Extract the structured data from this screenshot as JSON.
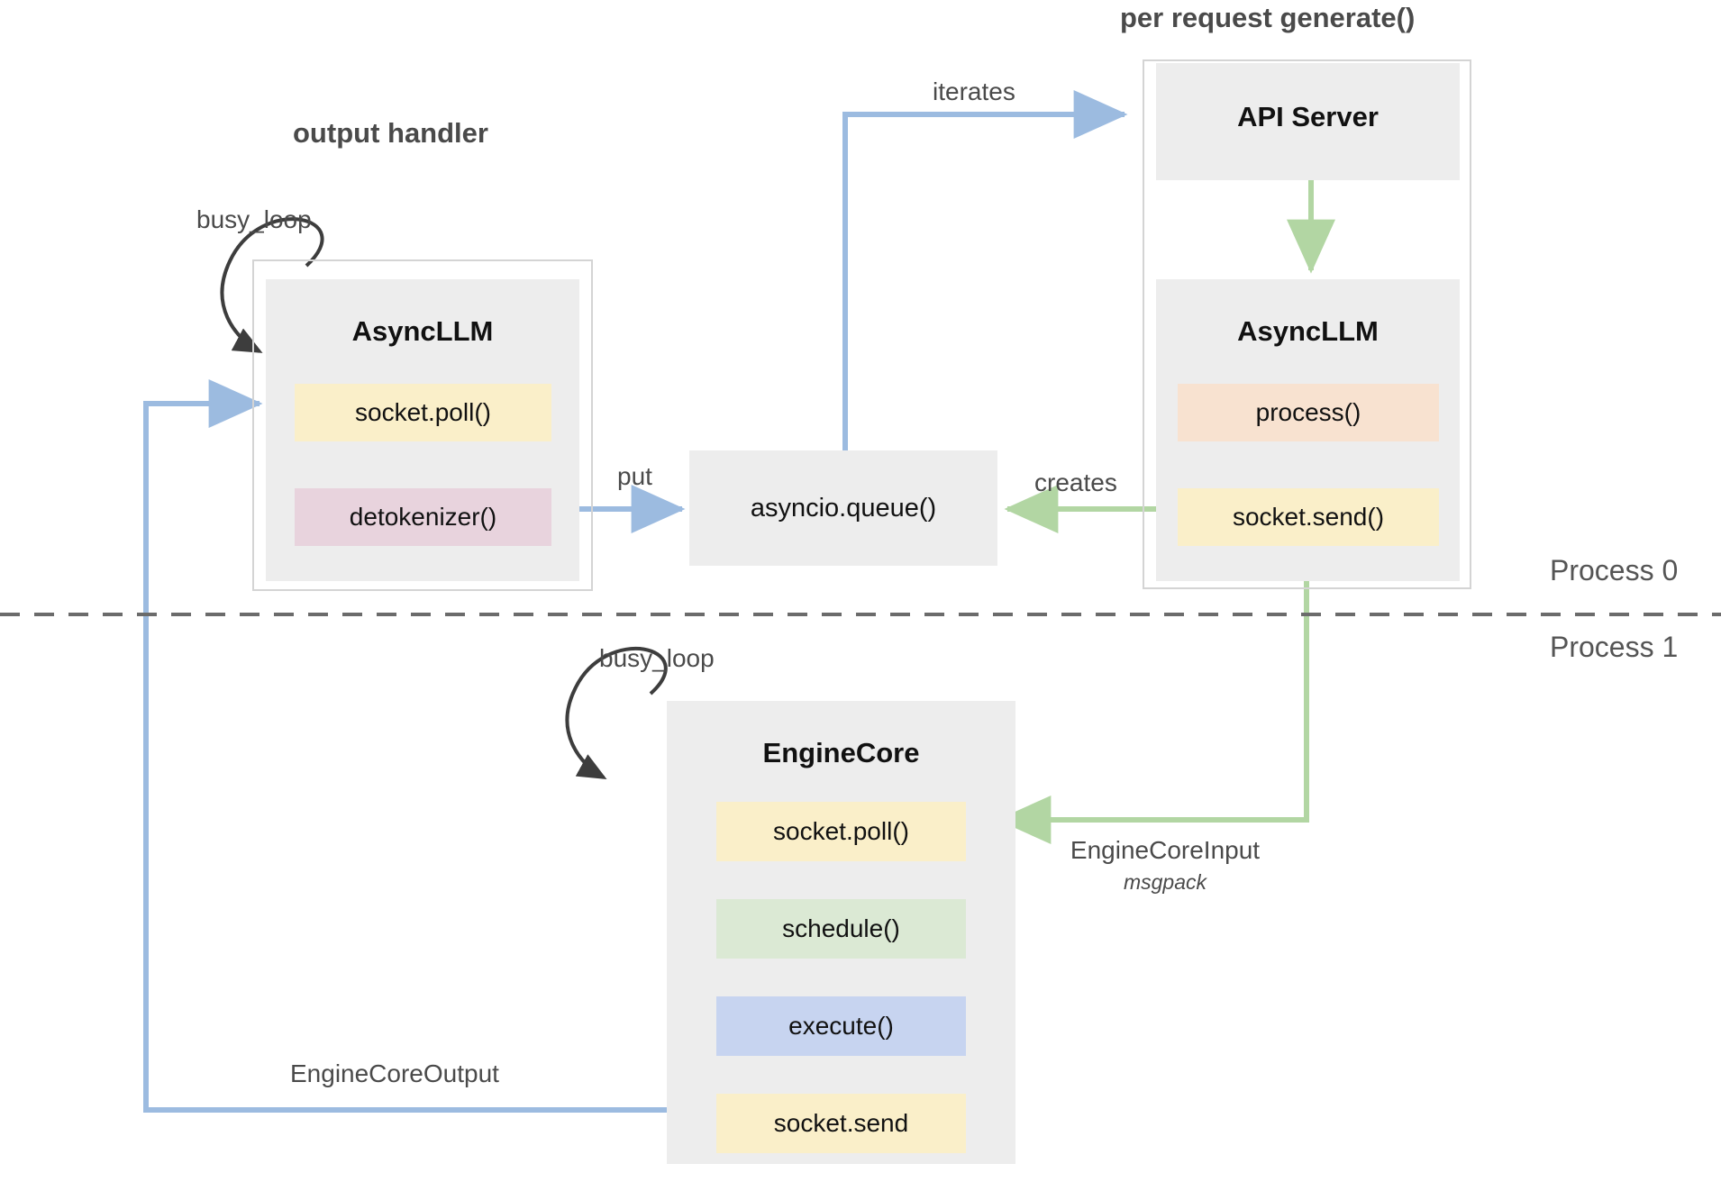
{
  "diagram": {
    "title_output_handler": "output handler",
    "title_per_request": "per request generate()",
    "process_top": "Process 0",
    "process_bottom": "Process 1"
  },
  "groups": {
    "output_handler": {
      "label": "output handler",
      "component": {
        "name": "AsyncLLM",
        "chips": [
          {
            "label": "socket.poll()",
            "color": "#faefc9"
          },
          {
            "label": "detokenizer()",
            "color": "#e8d3dd"
          }
        ]
      },
      "loop_label": "busy_loop"
    },
    "per_request": {
      "label": "per request generate()",
      "api_server": {
        "name": "API Server"
      },
      "component": {
        "name": "AsyncLLM",
        "chips": [
          {
            "label": "process()",
            "color": "#f8e2d0"
          },
          {
            "label": "socket.send()",
            "color": "#faefc9"
          }
        ]
      }
    },
    "engine_core": {
      "component": {
        "name": "EngineCore",
        "chips": [
          {
            "label": "socket.poll()",
            "color": "#faefc9"
          },
          {
            "label": "schedule()",
            "color": "#dbe9d4"
          },
          {
            "label": "execute()",
            "color": "#c7d4f0"
          },
          {
            "label": "socket.send",
            "color": "#faefc9"
          }
        ]
      },
      "loop_label": "busy_loop"
    }
  },
  "queue": {
    "label": "asyncio.queue()"
  },
  "edges": {
    "iterates": "iterates",
    "put": "put",
    "creates": "creates",
    "engine_core_input": "EngineCoreInput",
    "engine_core_input_sub": "msgpack",
    "engine_core_output": "EngineCoreOutput"
  },
  "colors": {
    "blue_arrow": "#9cbbe0",
    "green_arrow": "#b2d6a3",
    "black_arrow": "#3d3d3d",
    "box_fill": "#ededed",
    "outer_border": "#d4d4d4",
    "divider": "#6b6b6b"
  }
}
